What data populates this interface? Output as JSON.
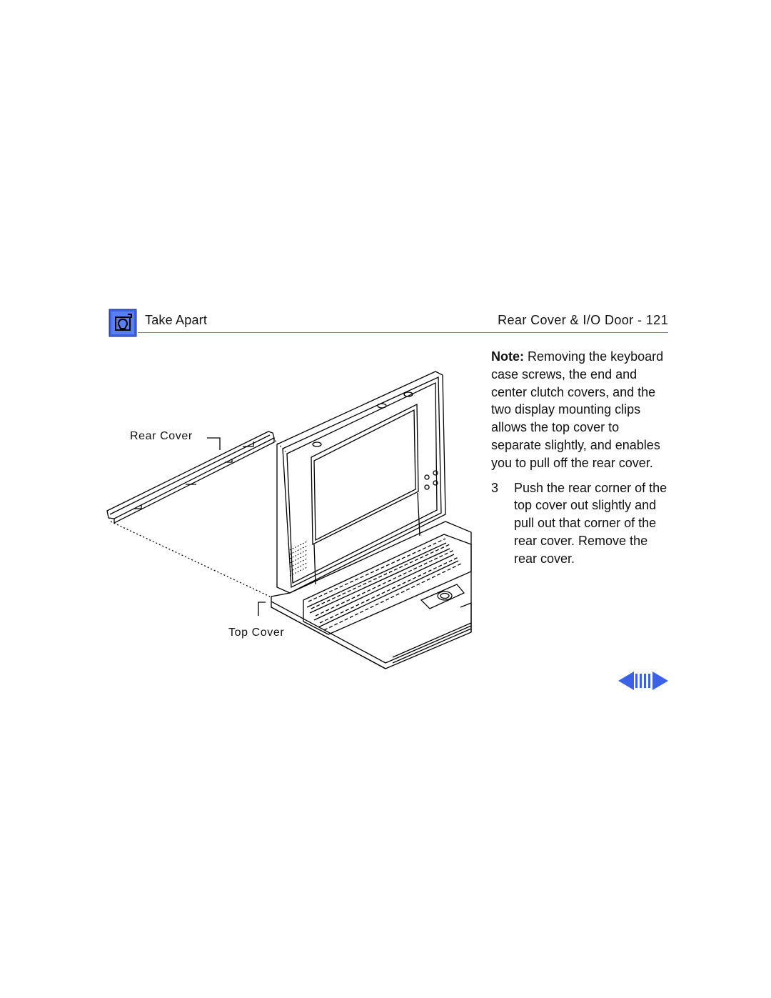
{
  "header": {
    "section": "Take Apart",
    "title": "Rear Cover & I/O Door - 121",
    "icon": "wrench-manual-icon",
    "icon_color": "#3b62e6",
    "rule_color": "#6a7fe0"
  },
  "figure": {
    "label_rear_cover": "Rear Cover",
    "label_top_cover": "Top Cover"
  },
  "body": {
    "note_label": "Note:",
    "note_text": "Removing the keyboard case screws, the end and center clutch covers, and the two display mounting clips allows the top cover to separate slightly, and enables you to pull off the rear cover.",
    "step_number": "3",
    "step_text": "Push the rear corner of the top cover out slightly and pull out that corner of the rear cover. Remove the rear cover."
  },
  "nav": {
    "prev_icon": "triangle-left-icon",
    "toc_icon": "vertical-bars-icon",
    "next_icon": "triangle-right-icon",
    "color": "#3b62e6"
  }
}
